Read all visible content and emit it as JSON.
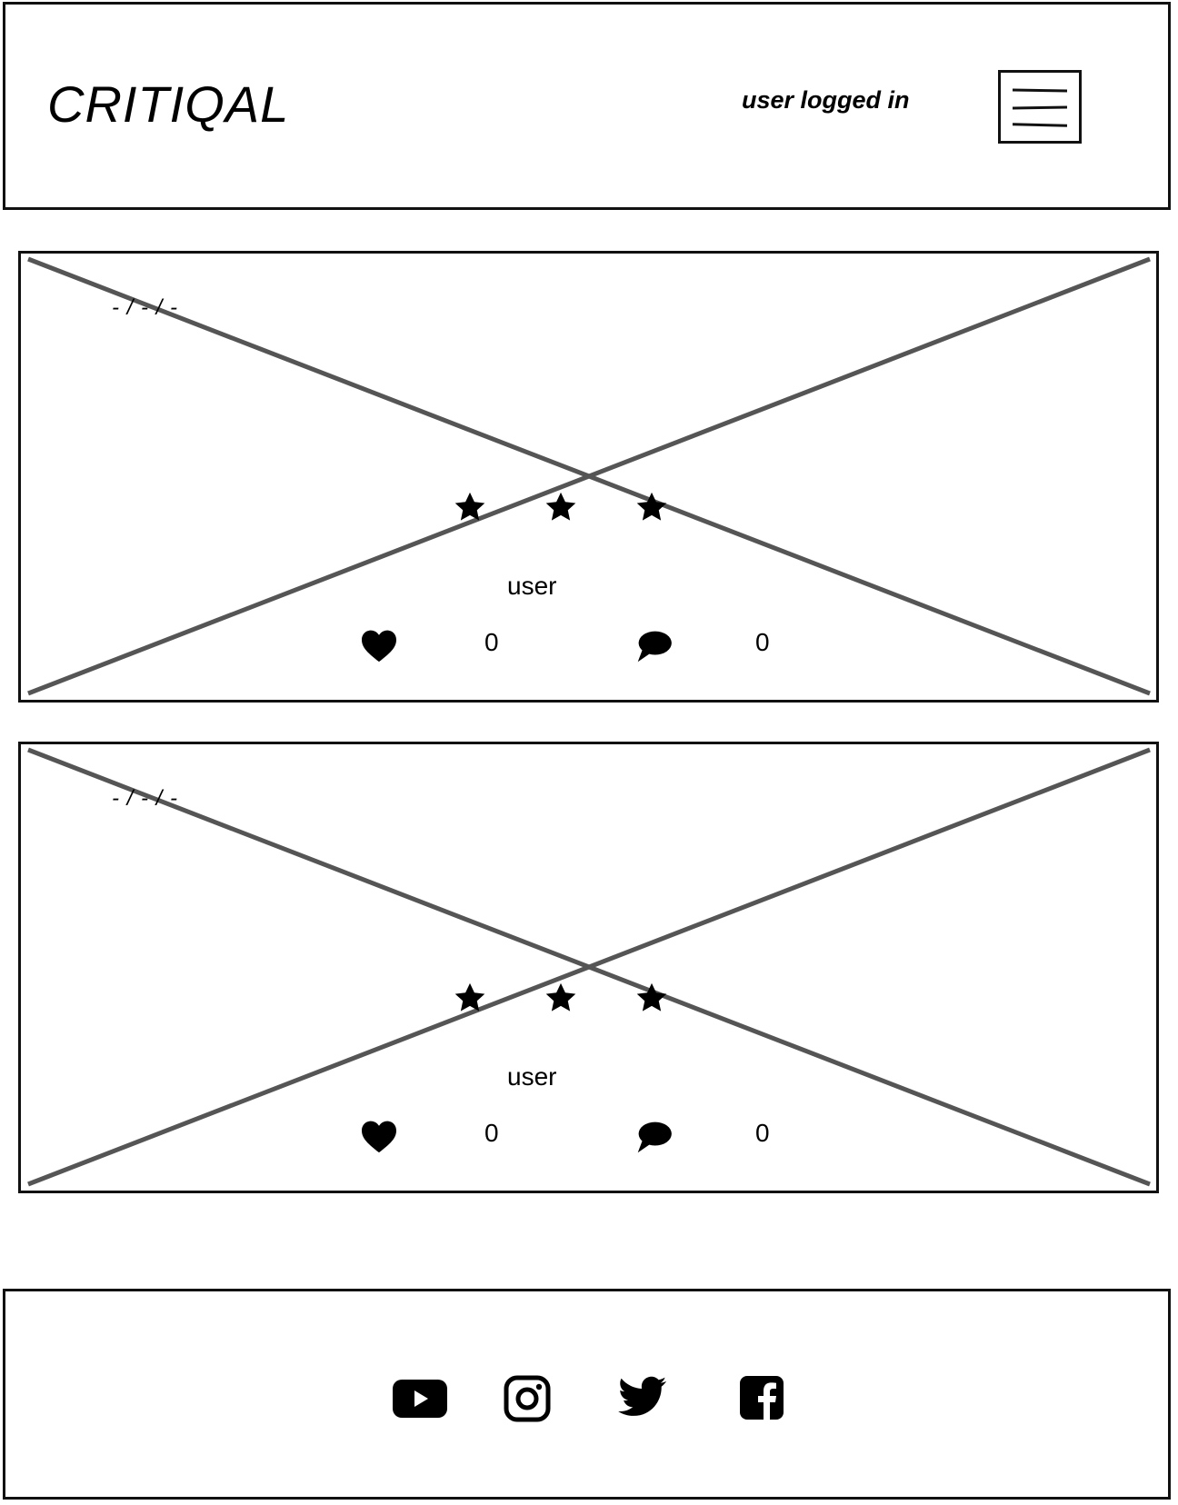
{
  "header": {
    "brand": "CRITIQAL",
    "user_status": "user logged in",
    "menu_icon": "hamburger-menu-icon"
  },
  "cards": [
    {
      "date": "- / - / -",
      "rating_stars": 3,
      "username": "user",
      "likes": "0",
      "comments": "0"
    },
    {
      "date": "- / - / -",
      "rating_stars": 3,
      "username": "user",
      "likes": "0",
      "comments": "0"
    }
  ],
  "footer": {
    "social_icons": [
      "youtube-icon",
      "instagram-icon",
      "twitter-icon",
      "facebook-icon"
    ]
  },
  "colors": {
    "ink": "#111111",
    "placeholder_line": "#555555",
    "background": "#ffffff"
  }
}
